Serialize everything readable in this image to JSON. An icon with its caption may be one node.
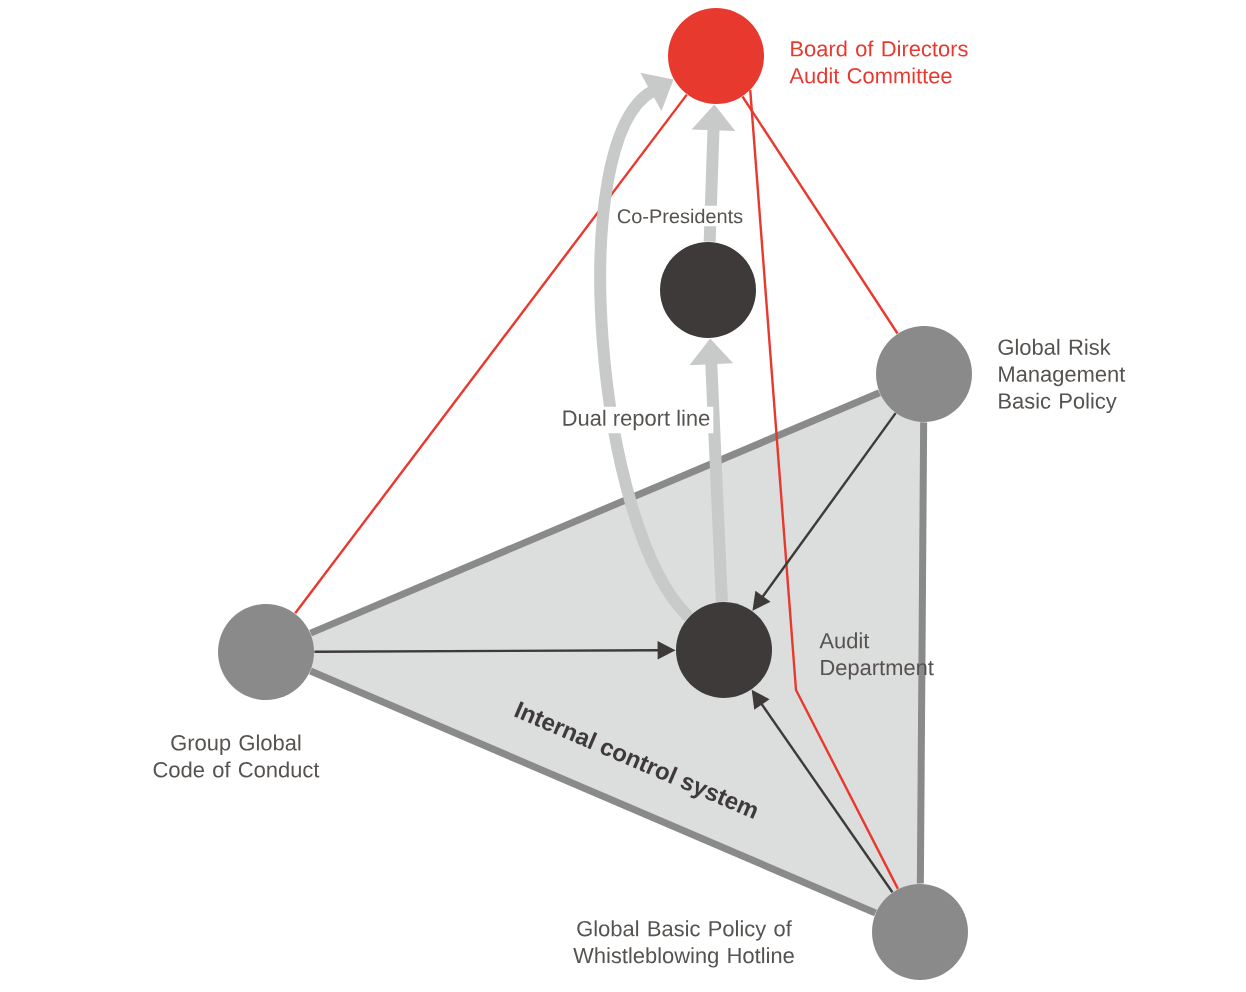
{
  "diagram": {
    "nodes": [
      {
        "text": [
          "Board of Directors Audit Committee"
        ]
      },
      {
        "text": [
          "Co-Presidents"
        ]
      },
      {
        "text": [
          "Global Risk Management Basic Policy"
        ]
      },
      {
        "text": [
          "Group Global Code of Conduct"
        ]
      },
      {
        "text": [
          "Audit Department"
        ]
      },
      {
        "text": [
          "Global Basic Policy of Whistleblowing Hotline"
        ]
      }
    ],
    "edges": [
      {
        "from": 3,
        "to": 2,
        "arrow": "none",
        "style": "thick",
        "color": "#8a8a8a"
      },
      {
        "from": 2,
        "to": 5,
        "arrow": "none",
        "style": "thick",
        "color": "#8a8a8a"
      },
      {
        "from": 3,
        "to": 5,
        "arrow": "none",
        "style": "thick",
        "color": "#8a8a8a"
      },
      {
        "from": 0,
        "to": 3,
        "arrow": "none",
        "color": "#e8392f"
      },
      {
        "from": 0,
        "to": 2,
        "arrow": "none",
        "color": "#e8392f"
      },
      {
        "from": 0,
        "to": 5,
        "arrow": "none",
        "color": "#e8392f"
      },
      {
        "from": 3,
        "to": 4,
        "arrow": "to"
      },
      {
        "from": 2,
        "to": 4,
        "arrow": "to"
      },
      {
        "from": 5,
        "to": 4,
        "arrow": "to"
      },
      {
        "from": 4,
        "to": 1,
        "arrow": "to",
        "style": "thick",
        "color": "#c8c9c9",
        "label": "Dual report line"
      },
      {
        "from": 1,
        "to": 0,
        "arrow": "to",
        "style": "thick",
        "color": "#c8c9c9"
      },
      {
        "from": 4,
        "to": 0,
        "arrow": "to",
        "style": "thick",
        "color": "#c8c9c9"
      }
    ],
    "labels": [
      "Internal control system"
    ]
  }
}
